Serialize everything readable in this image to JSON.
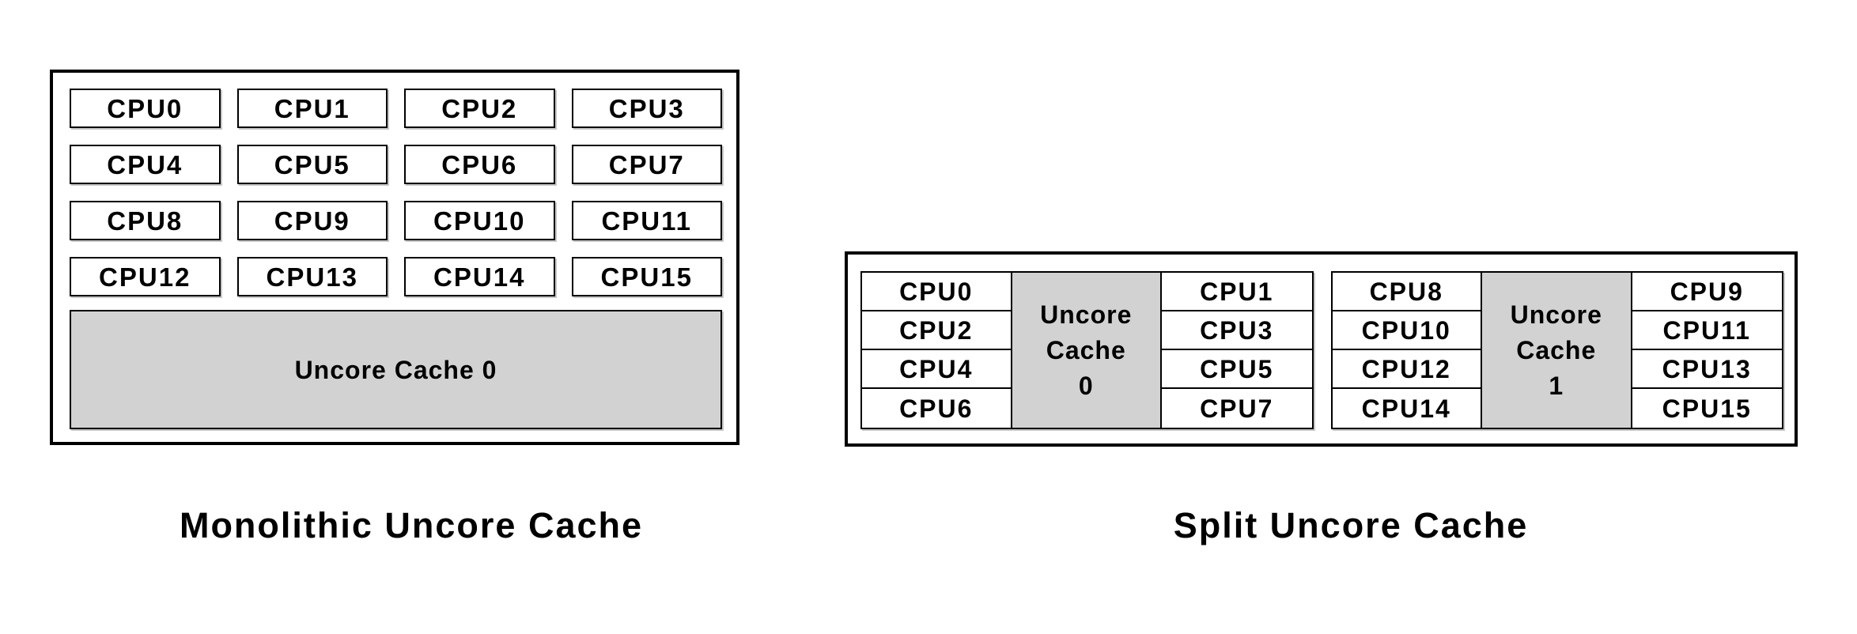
{
  "colors": {
    "background": "#ffffff",
    "border": "#000000",
    "cache_fill": "#d2d2d2",
    "cpu_fill": "#ffffff",
    "text": "#000000"
  },
  "monolithic": {
    "caption": "Monolithic Uncore Cache",
    "cache_label": "Uncore Cache 0",
    "cpus": [
      "CPU0",
      "CPU1",
      "CPU2",
      "CPU3",
      "CPU4",
      "CPU5",
      "CPU6",
      "CPU7",
      "CPU8",
      "CPU9",
      "CPU10",
      "CPU11",
      "CPU12",
      "CPU13",
      "CPU14",
      "CPU15"
    ]
  },
  "split": {
    "caption": "Split Uncore Cache",
    "clusters": [
      {
        "left_cpus": [
          "CPU0",
          "CPU2",
          "CPU4",
          "CPU6"
        ],
        "cache_label": "Uncore\nCache\n0",
        "right_cpus": [
          "CPU1",
          "CPU3",
          "CPU5",
          "CPU7"
        ]
      },
      {
        "left_cpus": [
          "CPU8",
          "CPU10",
          "CPU12",
          "CPU14"
        ],
        "cache_label": "Uncore\nCache\n1",
        "right_cpus": [
          "CPU9",
          "CPU11",
          "CPU13",
          "CPU15"
        ]
      }
    ]
  }
}
